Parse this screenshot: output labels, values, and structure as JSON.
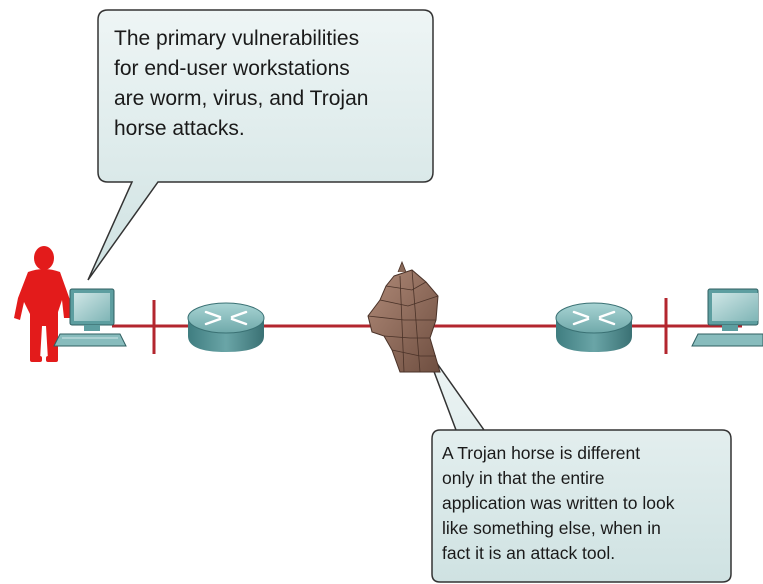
{
  "callouts": {
    "top": {
      "lines": [
        "The primary vulnerabilities",
        "for end-user workstations",
        "are worm, virus, and Trojan",
        "horse attacks."
      ]
    },
    "bottom": {
      "lines": [
        "A Trojan horse is different",
        "only in that the entire",
        "application was written to look",
        "like something else, when in",
        "fact it is an attack tool."
      ]
    }
  },
  "network": {
    "nodes": [
      {
        "name": "attacker-user",
        "icon": "person-icon",
        "color": "#e31b1b"
      },
      {
        "name": "left-workstation",
        "icon": "computer-icon"
      },
      {
        "name": "left-router",
        "icon": "router-icon"
      },
      {
        "name": "trojan-horse",
        "icon": "trojan-horse-icon"
      },
      {
        "name": "right-router",
        "icon": "router-icon"
      },
      {
        "name": "right-workstation",
        "icon": "computer-icon"
      }
    ],
    "link_color": "#b3262e"
  },
  "colors": {
    "callout_fill": "#d7e7e7",
    "callout_stroke": "#333333",
    "device_teal": "#5d9ea0"
  }
}
